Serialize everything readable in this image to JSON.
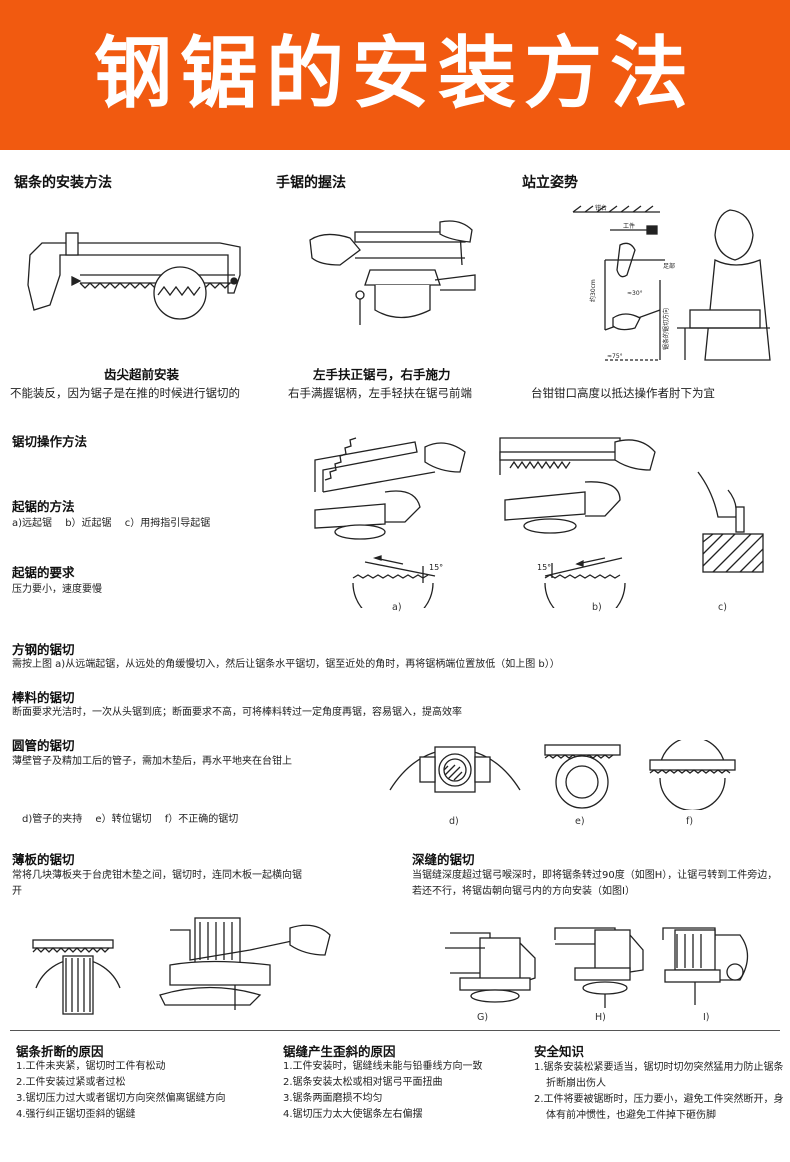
{
  "banner": {
    "title": "钢锯的安装方法",
    "color": "#f15a10"
  },
  "install": {
    "blade": {
      "heading": "锯条的安装方法",
      "caption": "齿尖超前安装",
      "note": "不能装反，因为锯子是在推的时候进行锯切的"
    },
    "grip": {
      "heading": "手锯的握法",
      "caption": "左手扶正锯弓，右手施力",
      "note": "右手满握锯柄，左手轻扶在锯弓前端"
    },
    "stance": {
      "heading": "站立姿势",
      "note": "台钳钳口高度以抵达操作者肘下为宜",
      "labels": {
        "ceiling": "钳台",
        "workpiece": "工件",
        "foot": "足部",
        "height": "约30cm",
        "angle1": "≈30°",
        "direction": "锯条的锯切方向",
        "angle2": "≈75°"
      }
    }
  },
  "operation": {
    "heading": "锯切操作方法",
    "start_heading": "起锯的方法",
    "start_items": "a)远起锯　 b）近起锯　 c）用拇指引导起锯",
    "req_heading": "起锯的要求",
    "req_text": "压力要小，速度要慢",
    "angle_a": "15°",
    "angle_b": "15°",
    "fig_labels": [
      "a)",
      "b)",
      "c)"
    ]
  },
  "square": {
    "heading": "方钢的锯切",
    "text": "需按上图 a)从远端起锯，从远处的角缓慢切入，然后让锯条水平锯切，锯至近处的角时，再将锯柄端位置放低（如上图 b））"
  },
  "bar": {
    "heading": "棒料的锯切",
    "text": "断面要求光洁时，一次从头锯到底；断面要求不高，可将棒料转过一定角度再锯，容易锯入，提高效率"
  },
  "tube": {
    "heading": "圆管的锯切",
    "text": "薄壁管子及精加工后的管子，需加木垫后，再水平地夹在台钳上",
    "items": "d)管子的夹持　 e）转位锯切　 f）不正确的锯切",
    "fig_labels": [
      "d)",
      "e)",
      "f)"
    ]
  },
  "sheet": {
    "heading": "薄板的锯切",
    "text": "常将几块薄板夹于台虎钳木垫之间，锯切时，连同木板一起横向锯开"
  },
  "deep": {
    "heading": "深缝的锯切",
    "text": "当锯缝深度超过锯弓喉深时，即将锯条转过90度（如图H），让锯弓转到工件旁边，若还不行，将锯齿朝向锯弓内的方向安装（如图I）",
    "fig_labels": [
      "G)",
      "H)",
      "I)"
    ]
  },
  "breakage": {
    "heading": "锯条折断的原因",
    "items": [
      "1.工件未夹紧，锯切时工件有松动",
      "2.工件安装过紧或者过松",
      "3.锯切压力过大或者锯切方向突然偏离锯缝方向",
      "4.强行纠正锯切歪斜的锯缝"
    ]
  },
  "skew": {
    "heading": "锯缝产生歪斜的原因",
    "items": [
      "1.工件安装时，锯缝线未能与铅垂线方向一致",
      "2.锯条安装太松或相对锯弓平面扭曲",
      "3.锯条两面磨损不均匀",
      "4.锯切压力太大使锯条左右偏摆"
    ]
  },
  "safety": {
    "heading": "安全知识",
    "items": [
      "1.锯条安装松紧要适当，锯切时切勿突然猛用力防止锯条折断崩出伤人",
      "2.工件将要被锯断时，压力要小，避免工件突然断开，身体有前冲惯性，也避免工件掉下砸伤脚"
    ]
  }
}
